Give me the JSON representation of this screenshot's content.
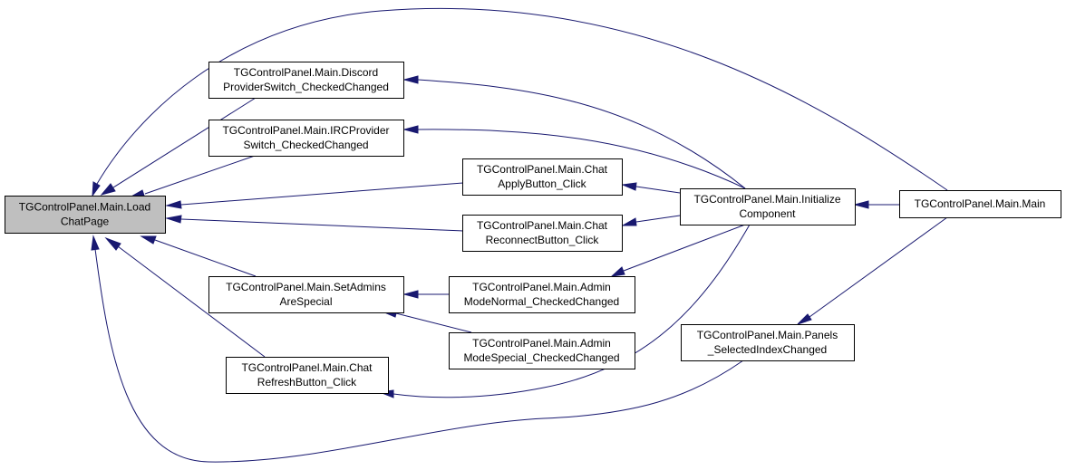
{
  "colors": {
    "edge": "#191970",
    "node_fill": "#ffffff",
    "focus_fill": "#bfbfbf",
    "node_stroke": "#000000"
  },
  "nodes": [
    {
      "id": "loadchatpage",
      "lines": [
        "TGControlPanel.Main.Load",
        "ChatPage"
      ],
      "focus": true
    },
    {
      "id": "discord",
      "lines": [
        "TGControlPanel.Main.Discord",
        "ProviderSwitch_CheckedChanged"
      ]
    },
    {
      "id": "irc",
      "lines": [
        "TGControlPanel.Main.IRCProvider",
        "Switch_CheckedChanged"
      ]
    },
    {
      "id": "chatapply",
      "lines": [
        "TGControlPanel.Main.Chat",
        "ApplyButton_Click"
      ]
    },
    {
      "id": "chatreconnect",
      "lines": [
        "TGControlPanel.Main.Chat",
        "ReconnectButton_Click"
      ]
    },
    {
      "id": "setadmins",
      "lines": [
        "TGControlPanel.Main.SetAdmins",
        "AreSpecial"
      ]
    },
    {
      "id": "adminnormal",
      "lines": [
        "TGControlPanel.Main.Admin",
        "ModeNormal_CheckedChanged"
      ]
    },
    {
      "id": "adminspecial",
      "lines": [
        "TGControlPanel.Main.Admin",
        "ModeSpecial_CheckedChanged"
      ]
    },
    {
      "id": "chatrefresh",
      "lines": [
        "TGControlPanel.Main.Chat",
        "RefreshButton_Click"
      ]
    },
    {
      "id": "initialize",
      "lines": [
        "TGControlPanel.Main.Initialize",
        "Component"
      ]
    },
    {
      "id": "panels",
      "lines": [
        "TGControlPanel.Main.Panels",
        "_SelectedIndexChanged"
      ]
    },
    {
      "id": "main",
      "lines": [
        "TGControlPanel.Main.Main"
      ]
    }
  ],
  "edges": [
    {
      "from": "discord",
      "to": "loadchatpage"
    },
    {
      "from": "irc",
      "to": "loadchatpage"
    },
    {
      "from": "chatapply",
      "to": "loadchatpage"
    },
    {
      "from": "chatreconnect",
      "to": "loadchatpage"
    },
    {
      "from": "setadmins",
      "to": "loadchatpage"
    },
    {
      "from": "chatrefresh",
      "to": "loadchatpage"
    },
    {
      "from": "main",
      "to": "loadchatpage"
    },
    {
      "from": "panels",
      "to": "loadchatpage"
    },
    {
      "from": "initialize",
      "to": "discord"
    },
    {
      "from": "initialize",
      "to": "irc"
    },
    {
      "from": "initialize",
      "to": "chatapply"
    },
    {
      "from": "initialize",
      "to": "chatreconnect"
    },
    {
      "from": "initialize",
      "to": "adminnormal"
    },
    {
      "from": "initialize",
      "to": "chatrefresh"
    },
    {
      "from": "adminnormal",
      "to": "setadmins"
    },
    {
      "from": "adminspecial",
      "to": "setadmins"
    },
    {
      "from": "main",
      "to": "initialize"
    },
    {
      "from": "main",
      "to": "panels"
    }
  ]
}
